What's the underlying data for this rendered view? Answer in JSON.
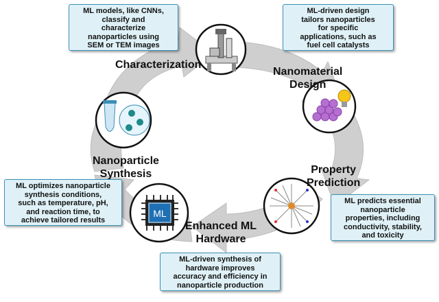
{
  "stages": {
    "characterization": "Characterization",
    "design": [
      "Nanomaterial",
      "Design"
    ],
    "property": [
      "Property",
      "Prediction"
    ],
    "hardware": [
      "Enhanced ML",
      "Hardware"
    ],
    "synthesis": [
      "Nanoparticle",
      "Synthesis"
    ]
  },
  "boxes": {
    "characterization": [
      "ML models, like CNNs,",
      "classify and",
      "characterize",
      "nanoparticles using",
      "SEM or TEM images"
    ],
    "design": [
      "ML-driven design",
      "tailors nanoparticles",
      "for specific",
      "applications, such as",
      "fuel cell catalysts"
    ],
    "property": [
      "ML predicts essential",
      "nanoparticle",
      "properties, including",
      "conductivity, stability,",
      "and toxicity"
    ],
    "hardware": [
      "ML-driven synthesis of",
      "hardware improves",
      "accuracy and efficiency in",
      "nanoparticle production"
    ],
    "synthesis": [
      "ML optimizes nanoparticle",
      "synthesis conditions,",
      "such as temperature, pH,",
      "and reaction time, to",
      "achieve tailored results"
    ]
  },
  "chip_label": "ML",
  "colors": {
    "arrow": "#cfcfcf",
    "box_fill": "#dff1f7",
    "box_border": "#3a8fb5",
    "chip": "#1e6fb3",
    "particles": "#b56fd0",
    "bulb": "#f5c518"
  }
}
